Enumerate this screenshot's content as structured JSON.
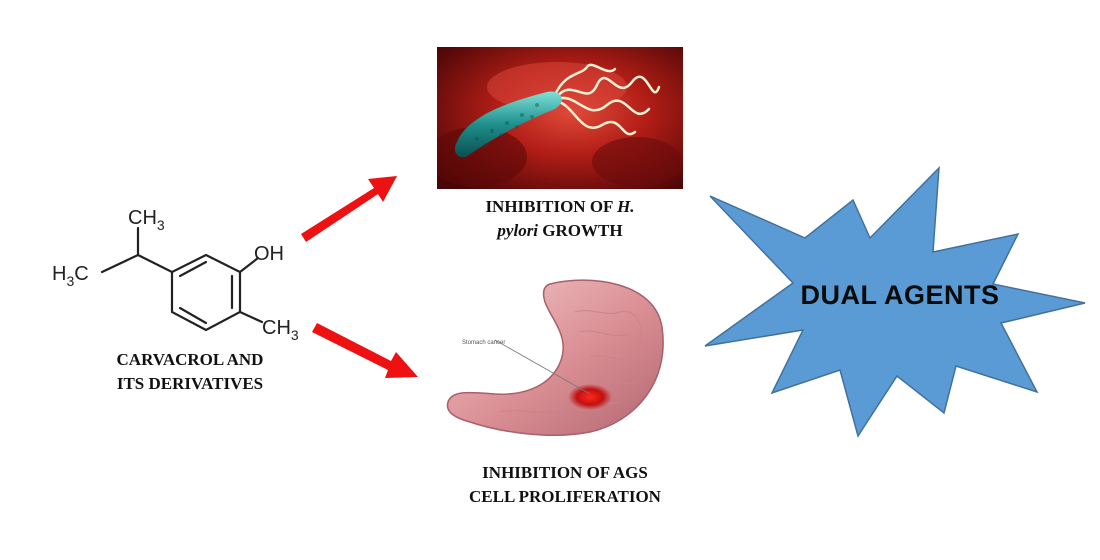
{
  "molecule": {
    "label_ch3_top": "CH",
    "label_ch3_top_sub": "3",
    "label_h3c": "H",
    "label_h3c_sub": "3",
    "label_h3c_c": "C",
    "label_oh": "OH",
    "label_ch3_bottom": "CH",
    "label_ch3_bottom_sub": "3"
  },
  "captions": {
    "compound_line1": "CARVACROL AND",
    "compound_line2": "ITS DERIVATIVES",
    "hpylori_line1_prefix": "INHIBITION OF ",
    "hpylori_line1_italic": "H.",
    "hpylori_line2_italic": "pylori",
    "hpylori_line2_suffix": " GROWTH",
    "ags_line1": "INHIBITION OF AGS",
    "ags_line2": "CELL PROLIFERATION",
    "stomach_tag": "Stomach cancer"
  },
  "outcome": {
    "label": "DUAL AGENTS"
  },
  "colors": {
    "arrow": "#ee1111",
    "star_fill": "#5b9bd5",
    "star_stroke": "#41719c",
    "photo_red": "#a31111",
    "bacterium": "#1f8f8c"
  },
  "images": {
    "top": "h-pylori-bacterium-illustration",
    "bottom": "stomach-with-tumor-illustration"
  }
}
